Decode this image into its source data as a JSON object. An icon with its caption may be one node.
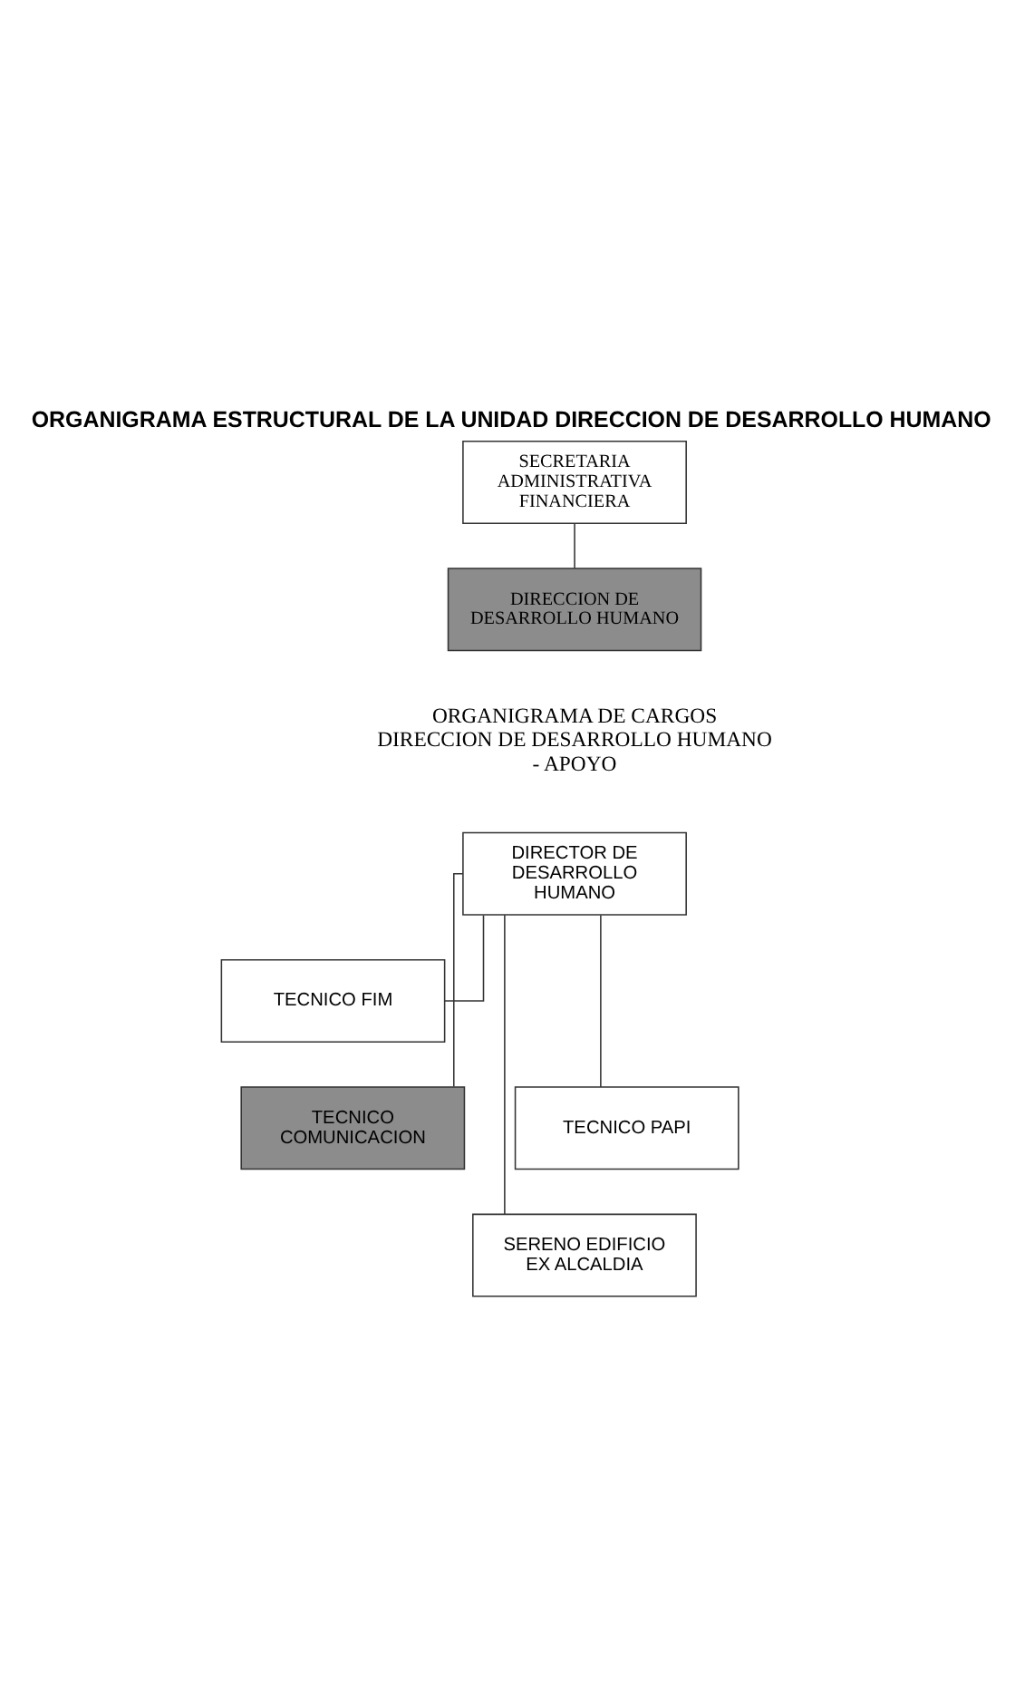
{
  "diagram": {
    "title": "ORGANIGRAMA ESTRUCTURAL DE LA UNIDAD DIRECCION DE DESARROLLO HUMANO",
    "nodes": [
      {
        "text": [
          "SECRETARIA ADMINISTRATIVA FINANCIERA"
        ]
      },
      {
        "text": [
          "DIRECCION DE DESARROLLO HUMANO"
        ]
      },
      {
        "text": [
          "DIRECTOR DE DESARROLLO HUMANO"
        ]
      },
      {
        "text": [
          "TECNICO FIM"
        ]
      },
      {
        "text": [
          "TECNICO COMUNICACION"
        ]
      },
      {
        "text": [
          "TECNICO PAPI"
        ]
      },
      {
        "text": [
          "SERENO EDIFICIO EX ALCALDIA"
        ]
      }
    ],
    "edges": [
      {
        "from": 0,
        "to": 1,
        "arrow": "none"
      },
      {
        "from": 2,
        "to": 3,
        "arrow": "none"
      },
      {
        "from": 2,
        "to": 4,
        "arrow": "none"
      },
      {
        "from": 2,
        "to": 5,
        "arrow": "none"
      },
      {
        "from": 2,
        "to": 6,
        "arrow": "none"
      }
    ],
    "labels": [
      "ORGANIGRAMA DE CARGOS DIRECCION DE DESARROLLO HUMANO - APOYO"
    ]
  }
}
